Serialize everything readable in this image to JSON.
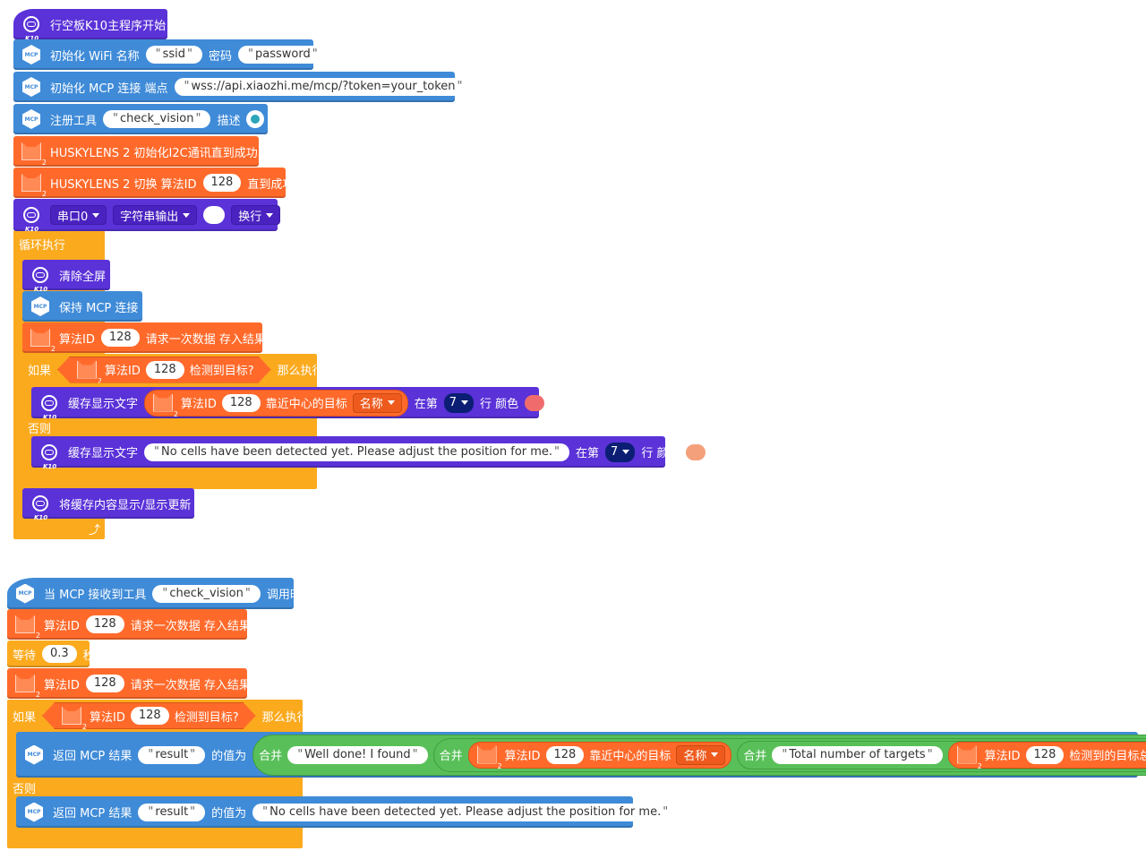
{
  "program1": {
    "main_start": "行空板K10主程序开始",
    "wifi": {
      "label": "初始化 WiFi 名称",
      "ssid": "ssid",
      "pwd_label": "密码",
      "password": "password"
    },
    "mcp_connect": {
      "label": "初始化 MCP 连接 端点",
      "endpoint": "wss://api.xiaozhi.me/mcp/?token=your_token"
    },
    "register_tool": {
      "label": "注册工具",
      "tool": "check_vision",
      "desc_label": "描述"
    },
    "hl_init": "HUSKYLENS 2 初始化I2C通讯直到成功",
    "hl_switch": {
      "label": "HUSKYLENS 2 切换 算法ID",
      "id": "128",
      "suffix": "直到成功"
    },
    "serial": {
      "port": "串口0",
      "mode": "字符串输出",
      "newline": "换行"
    },
    "loop": "循环执行",
    "clear": "清除全屏",
    "keep_mcp": "保持 MCP 连接",
    "request": {
      "label": "算法ID",
      "id": "128",
      "suffix": "请求一次数据 存入结果"
    },
    "if": "如果",
    "cond": {
      "label": "算法ID",
      "id": "128",
      "suffix": "检测到目标?"
    },
    "then": "那么执行",
    "show1": {
      "label": "缓存显示文字",
      "algo": "算法ID",
      "id": "128",
      "target": "靠近中心的目标",
      "field": "名称",
      "row_label": "在第",
      "row": "7",
      "color_label": "行 颜色",
      "color": "#f06c6c"
    },
    "else": "否则",
    "show2": {
      "label": "缓存显示文字",
      "text": "No cells have been detected yet. Please adjust the position for me.",
      "row_label": "在第",
      "row": "7",
      "color_label": "行 颜色",
      "color": "#f4a07a"
    },
    "flush": "将缓存内容显示/显示更新"
  },
  "program2": {
    "when": {
      "label": "当 MCP 接收到工具",
      "tool": "check_vision",
      "suffix": "调用时"
    },
    "request": {
      "label": "算法ID",
      "id": "128",
      "suffix": "请求一次数据 存入结果"
    },
    "wait": {
      "label": "等待",
      "value": "0.3",
      "unit": "秒"
    },
    "request2": {
      "label": "算法ID",
      "id": "128",
      "suffix": "请求一次数据 存入结果"
    },
    "if": "如果",
    "cond": {
      "label": "算法ID",
      "id": "128",
      "suffix": "检测到目标?"
    },
    "then": "那么执行",
    "return1": {
      "label": "返回 MCP 结果",
      "key": "result",
      "value_label": "的值为",
      "join": "合并",
      "text1": "Well done! I found ",
      "algo": "算法ID",
      "id": "128",
      "target": "靠近中心的目标",
      "field": "名称",
      "text2": "Total number of targets",
      "total": "检测到的目标总数"
    },
    "else": "否则",
    "return2": {
      "label": "返回 MCP 结果",
      "key": "result",
      "value_label": "的值为",
      "text": "No cells have been detected yet. Please adjust the position for me."
    }
  },
  "colors": {
    "k10": "#5a32d8",
    "mcp": "#3f8bd8",
    "huskylens": "#ff6a2b",
    "control": "#fbaa1e",
    "operator": "#59c059"
  },
  "icons": [
    "k10-icon",
    "mcp-icon",
    "huskylens-icon",
    "gear-icon",
    "loop-arrow-icon"
  ]
}
